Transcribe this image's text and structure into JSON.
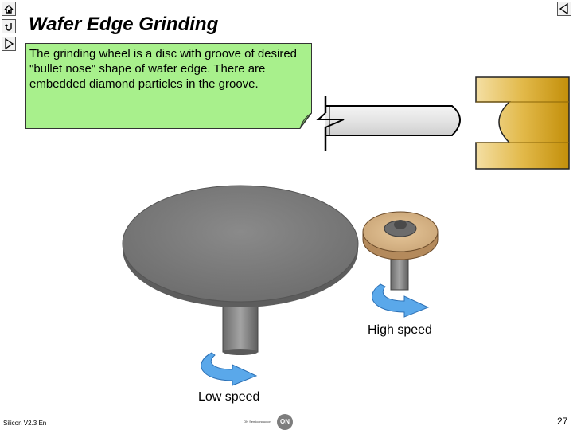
{
  "title": "Wafer Edge Grinding",
  "note": "The grinding wheel is a disc with groove of desired \"bullet nose\" shape of wafer edge. There are embedded diamond particles in the groove.",
  "labels": {
    "high_speed": "High speed",
    "low_speed": "Low speed"
  },
  "footer": {
    "course": "Silicon V2.3 En",
    "company": "ON Semiconductor",
    "logo": "ON",
    "page": "27"
  },
  "icons": [
    "home-icon",
    "return-icon",
    "next-icon",
    "previous-icon"
  ],
  "colors": {
    "note_fill": "#a8f08c",
    "wheel_gold": "#d4a20a",
    "table_gray": "#7a7a7a",
    "arrow_blue": "#5aa8ea"
  }
}
